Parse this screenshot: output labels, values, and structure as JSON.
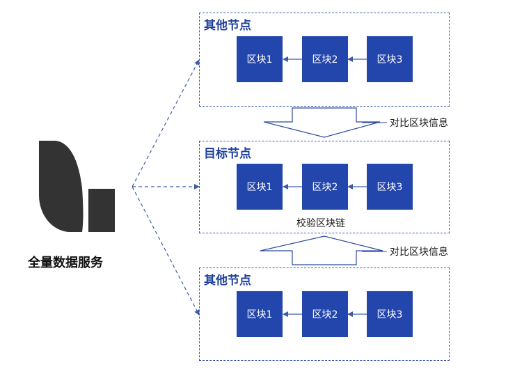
{
  "service": {
    "label": "全量数据服务",
    "logo_color": "#333333"
  },
  "groups": [
    {
      "title": "其他节点",
      "blocks": [
        "区块1",
        "区块2",
        "区块3"
      ]
    },
    {
      "title": "目标节点",
      "blocks": [
        "区块1",
        "区块2",
        "区块3"
      ],
      "caption": "校验区块链"
    },
    {
      "title": "其他节点",
      "blocks": [
        "区块1",
        "区块2",
        "区块3"
      ]
    }
  ],
  "compare_arrows": [
    {
      "label": "对比区块信息",
      "direction": "down"
    },
    {
      "label": "对比区块信息",
      "direction": "up"
    }
  ],
  "colors": {
    "block": "#2346ad",
    "title": "#1f3fa0",
    "dashed_line": "#3d5ca8",
    "hollow_arrow": "#2a4a9a"
  }
}
